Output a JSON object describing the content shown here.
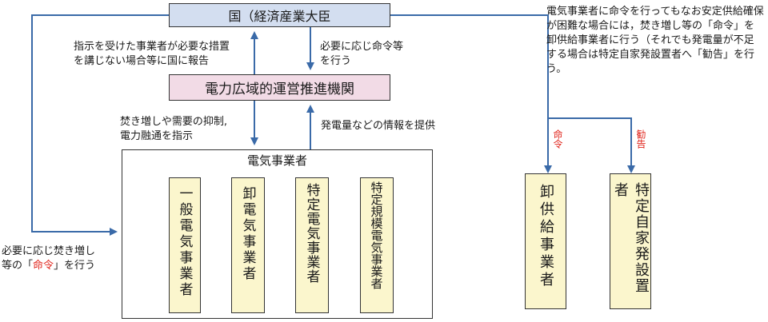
{
  "government": "国（経済産業大臣",
  "occto": "電力広域的運営推進機関",
  "labels": {
    "report_line1": "指示を受けた事業者が必要な措置",
    "report_line2": "を講じない場合等に国に報告",
    "order_line1": "必要に応じ命令等",
    "order_line2": "を行う",
    "instruct_line1": "焚き増しや需要の抑制,",
    "instruct_line2": "電力融通を指示",
    "info": "発電量などの情報を提供",
    "left_line1": "必要に応じ焚き増し",
    "left_line2_a": "等の「",
    "left_line2_red": "命令",
    "left_line2_b": "」を行う"
  },
  "right_note": "電気事業者に命令を行ってもなお安定供給確保が困難な場合には，焚き増し等の「命令」を卸供給事業者に行う（それでも発電量が不足する場合は特定自家発設置者へ「勧告」を行う。",
  "group_title": "電気事業者",
  "operators": [
    "一般電気事業者",
    "卸電気事業者",
    "特定電気事業者",
    "特定規模電気事業者"
  ],
  "right_boxes": [
    "卸供給事業者",
    "特定自家発設置者"
  ],
  "arrow_labels": {
    "order": "命令",
    "recommend": "勧告"
  },
  "colors": {
    "gov_fill": "#d3def0",
    "occto_fill": "#f2dbe6",
    "box_fill": "#fbf6cd",
    "line": "#3a6aa8",
    "highlight": "#e0241b"
  }
}
